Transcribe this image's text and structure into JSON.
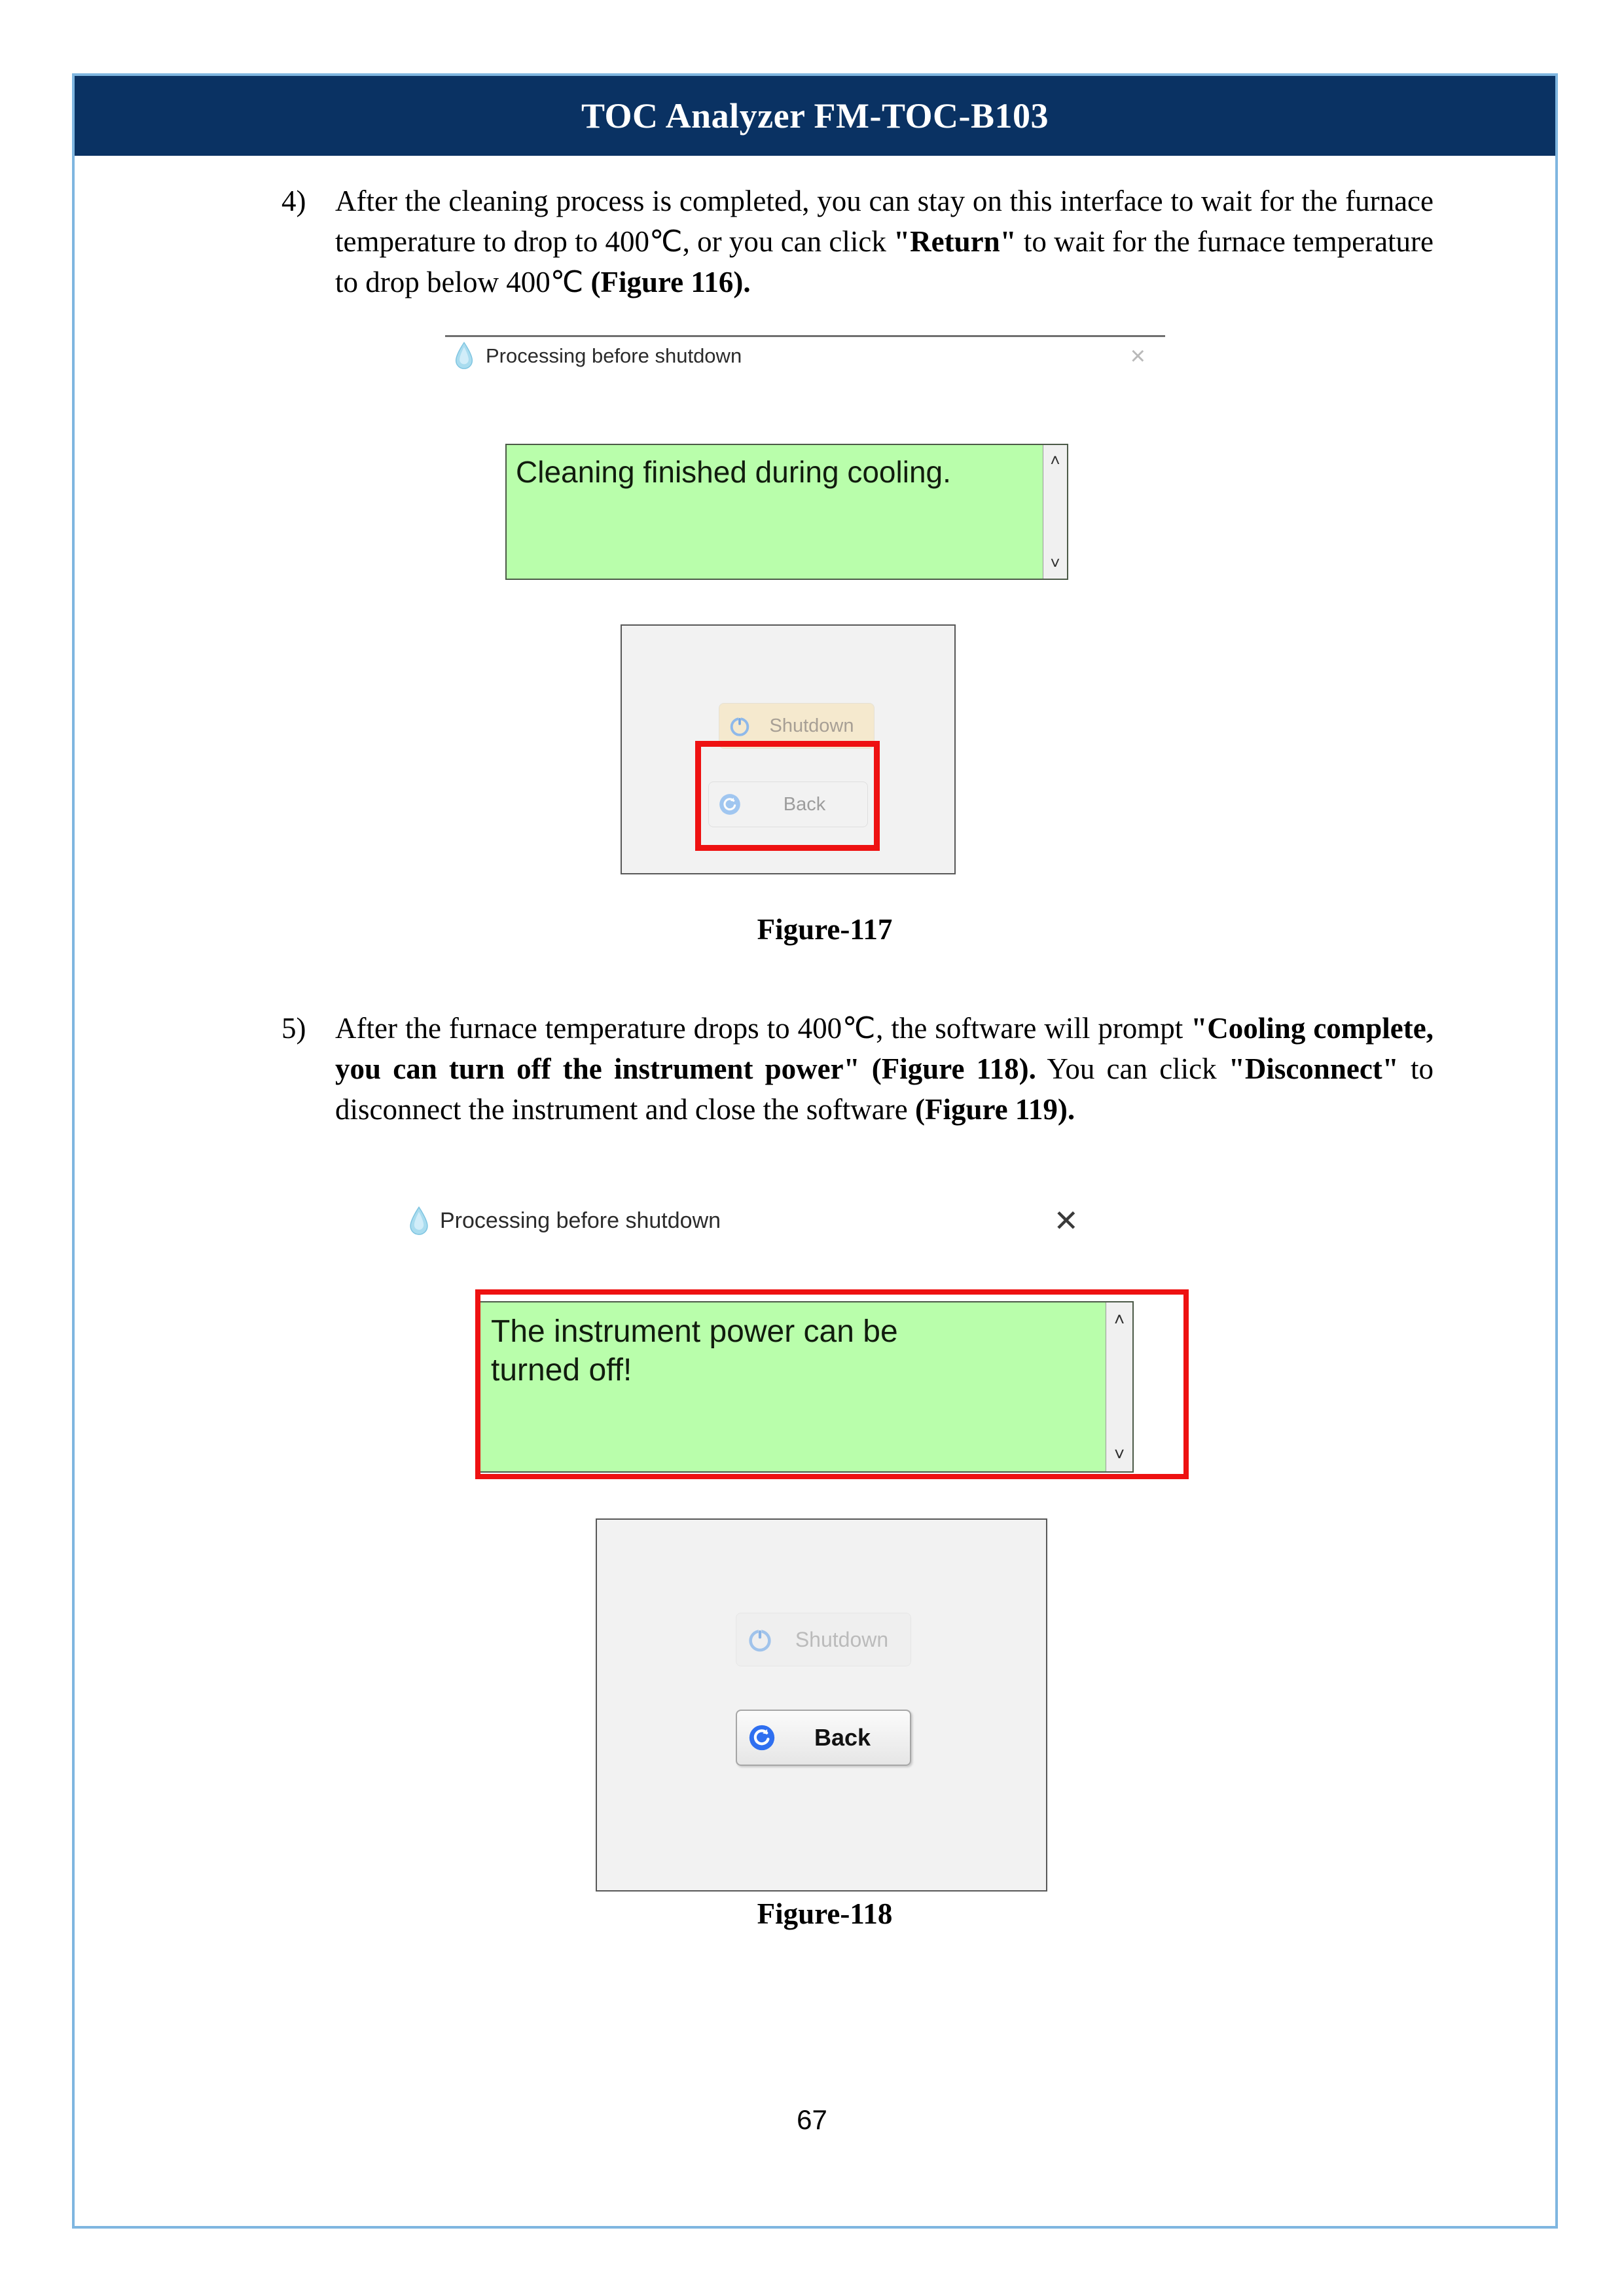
{
  "header": {
    "title": "TOC Analyzer FM-TOC-B103"
  },
  "body": {
    "items": [
      {
        "marker": "4)",
        "segments": [
          {
            "text": "After the cleaning process is completed, you can stay on this interface to wait for the furnace temperature to drop to 400℃, or you can click ",
            "bold": false
          },
          {
            "text": "\"Return\"",
            "bold": true
          },
          {
            "text": " to wait for the furnace temperature to drop below 400℃ ",
            "bold": false
          },
          {
            "text": "(Figure 116).",
            "bold": true
          }
        ]
      },
      {
        "marker": "5)",
        "segments": [
          {
            "text": "After the furnace temperature drops to 400℃, the software will prompt ",
            "bold": false
          },
          {
            "text": "\"Cooling complete, you can turn off the instrument power\" (Figure 118).",
            "bold": true
          },
          {
            "text": " You can click ",
            "bold": false
          },
          {
            "text": "\"Disconnect\"",
            "bold": true
          },
          {
            "text": " to disconnect the instrument and close the software ",
            "bold": false
          },
          {
            "text": "(Figure 119).",
            "bold": true
          }
        ]
      }
    ]
  },
  "figure_117": {
    "caption": "Figure-117",
    "dialog": {
      "title": "Processing before shutdown",
      "icon": "water-drop-icon",
      "close_label": "×",
      "message": "Cleaning finished during cooling.",
      "scroll_up": "˄",
      "scroll_down": "˅",
      "buttons": [
        {
          "label": "Shutdown",
          "icon": "power-icon",
          "state": "disabled"
        },
        {
          "label": "Back",
          "icon": "return-arrow-icon",
          "state": "disabled"
        }
      ]
    },
    "annotation": {
      "shape": "red-rectangle",
      "target": "Back"
    }
  },
  "figure_118": {
    "caption": "Figure-118",
    "dialog": {
      "title": "Processing before shutdown",
      "icon": "water-drop-icon",
      "close_label": "✕",
      "message": "The instrument power can be\nturned off!",
      "scroll_up": "˄",
      "scroll_down": "˅",
      "buttons": [
        {
          "label": "Shutdown",
          "icon": "power-icon",
          "state": "disabled"
        },
        {
          "label": "Back",
          "icon": "return-arrow-icon",
          "state": "enabled"
        }
      ]
    },
    "annotation": {
      "shape": "red-rectangle",
      "target": "message-box"
    }
  },
  "footer": {
    "page_number": "67"
  },
  "colors": {
    "header_bg": "#0a3263",
    "page_border": "#7fb6e0",
    "message_green": "#b9feab",
    "annotation_red": "#ee1111",
    "icon_blue": "#2f7fe0"
  }
}
